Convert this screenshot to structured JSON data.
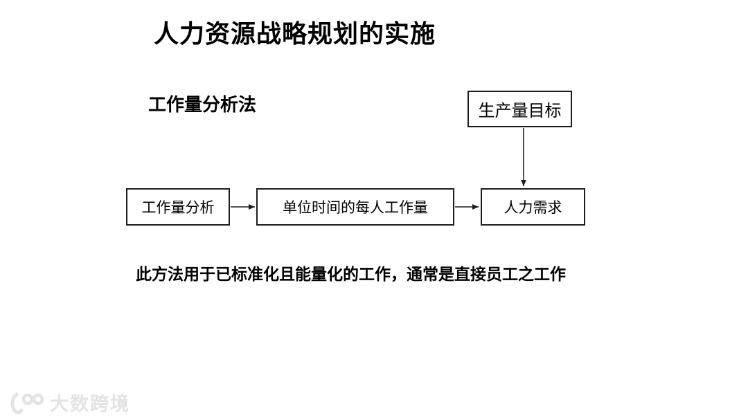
{
  "slide": {
    "title": "人力资源战略规划的实施",
    "section_label": "工作量分析法",
    "note": "此方法用于已标准化且能量化的工作，通常是直接员工之工作"
  },
  "diagram": {
    "production_target_box": "生产量目标",
    "flow_boxes": [
      {
        "label": "工作量分析"
      },
      {
        "label": "单位时间的每人工作量"
      },
      {
        "label": "人力需求"
      }
    ],
    "arrows": [
      "workload-analysis-to-per-person-workload",
      "per-person-workload-to-manpower-demand",
      "production-target-to-manpower-demand"
    ]
  },
  "watermark": {
    "brand": "大数跨境",
    "logo_icon": "100-smile-logo"
  },
  "colors": {
    "background": "#ffffff",
    "text": "#000000",
    "box_border": "#1c1c1c",
    "arrow": "#1c1c1c",
    "watermark": "#e3e3e3"
  }
}
